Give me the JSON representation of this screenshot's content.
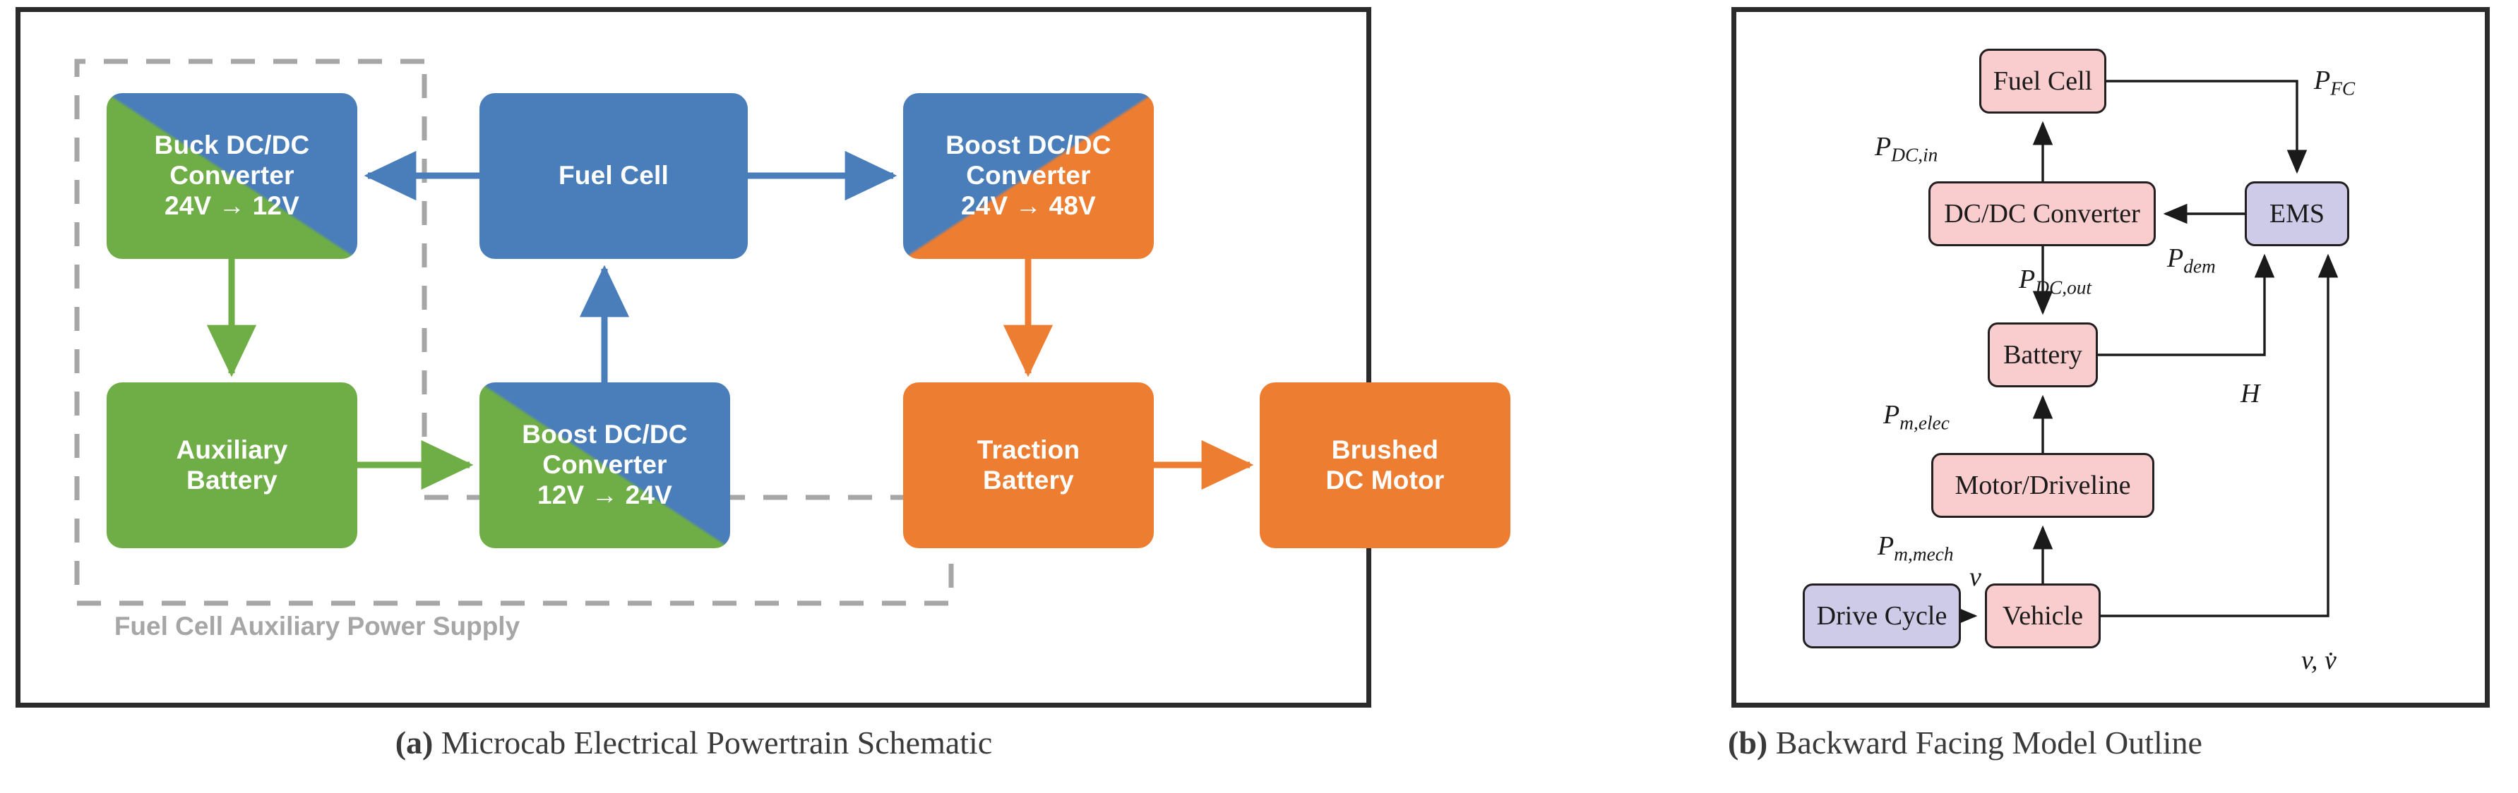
{
  "figure": {
    "caption_a_prefix": "(a)",
    "caption_a_text": " Microcab Electrical Powertrain Schematic",
    "caption_b_prefix": "(b)",
    "caption_b_text": " Backward Facing Model Outline"
  },
  "colors": {
    "blue": "#4a7ebb",
    "green": "#6fad47",
    "orange": "#ed7d31",
    "pink": "#f9ccce",
    "lavender": "#cdcbe8",
    "frame": "#2b2b2b",
    "dashed_gray": "#a6a6a6",
    "label_gray": "#a6a6a6",
    "outline_dark": "#231f20"
  },
  "panel_a": {
    "title": "Microcab Electrical Powertrain Schematic",
    "group_label": "Fuel Cell Auxiliary Power Supply",
    "blocks": [
      {
        "id": "buck",
        "line1": "Buck DC/DC",
        "line2": "Converter",
        "line3": "24V → 12V",
        "fill": "blue-green"
      },
      {
        "id": "fuelcell",
        "line1": "Fuel Cell",
        "line2": "",
        "line3": "",
        "fill": "blue"
      },
      {
        "id": "boost48",
        "line1": "Boost DC/DC",
        "line2": "Converter",
        "line3": "24V → 48V",
        "fill": "blue-orange"
      },
      {
        "id": "auxbatt",
        "line1": "Auxiliary",
        "line2": "Battery",
        "line3": "",
        "fill": "green"
      },
      {
        "id": "boost24",
        "line1": "Boost DC/DC",
        "line2": "Converter",
        "line3": "12V → 24V",
        "fill": "green-blue"
      },
      {
        "id": "traction",
        "line1": "Traction",
        "line2": "Battery",
        "line3": "",
        "fill": "orange"
      },
      {
        "id": "motor",
        "line1": "Brushed",
        "line2": "DC Motor",
        "line3": "",
        "fill": "orange"
      }
    ],
    "connections": [
      {
        "from": "fuelcell",
        "to": "buck",
        "color": "#4a7ebb"
      },
      {
        "from": "fuelcell",
        "to": "boost48",
        "color": "#4a7ebb"
      },
      {
        "from": "buck",
        "to": "auxbatt",
        "color": "#6fad47"
      },
      {
        "from": "auxbatt",
        "to": "boost24",
        "color": "#6fad47"
      },
      {
        "from": "boost24",
        "to": "fuelcell",
        "color": "#4a7ebb"
      },
      {
        "from": "boost48",
        "to": "traction",
        "color": "#ed7d31"
      },
      {
        "from": "traction",
        "to": "motor",
        "color": "#ed7d31"
      }
    ]
  },
  "panel_b": {
    "title": "Backward Facing Model Outline",
    "blocks": [
      {
        "id": "fuelcell",
        "label": "Fuel Cell",
        "fill": "pink"
      },
      {
        "id": "dcdc",
        "label": "DC/DC Converter",
        "fill": "pink"
      },
      {
        "id": "ems",
        "label": "EMS",
        "fill": "lavender"
      },
      {
        "id": "battery",
        "label": "Battery",
        "fill": "pink"
      },
      {
        "id": "motor",
        "label": "Motor/Driveline",
        "fill": "pink"
      },
      {
        "id": "vehicle",
        "label": "Vehicle",
        "fill": "pink"
      },
      {
        "id": "drive",
        "label": "Drive Cycle",
        "fill": "lavender"
      }
    ],
    "signals": [
      {
        "id": "p_fc",
        "base": "P",
        "sub": "FC",
        "from": "fuelcell",
        "to": "ems"
      },
      {
        "id": "p_dc_in",
        "base": "P",
        "sub": "DC,in",
        "from": "dcdc",
        "to": "fuelcell"
      },
      {
        "id": "p_dc_out",
        "base": "P",
        "sub": "DC,out",
        "from": "dcdc",
        "to": "battery"
      },
      {
        "id": "p_dem",
        "base": "P",
        "sub": "dem",
        "from": "ems",
        "to": "dcdc"
      },
      {
        "id": "h",
        "base": "H",
        "sub": "",
        "from": "battery",
        "to": "ems"
      },
      {
        "id": "p_m_elec",
        "base": "P",
        "sub": "m,elec",
        "from": "motor",
        "to": "battery"
      },
      {
        "id": "p_m_mech",
        "base": "P",
        "sub": "m,mech",
        "from": "vehicle",
        "to": "motor"
      },
      {
        "id": "v",
        "base": "v",
        "sub": "",
        "from": "drive",
        "to": "vehicle"
      },
      {
        "id": "v_vdot",
        "base": "v, v̇",
        "sub": "",
        "from": "vehicle",
        "to": "ems"
      }
    ]
  }
}
